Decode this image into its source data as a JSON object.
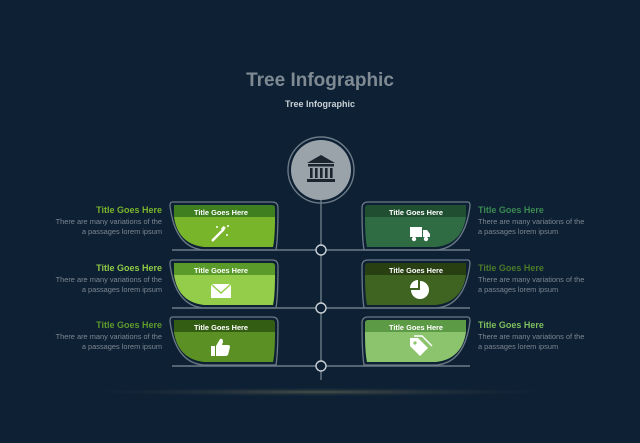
{
  "header": {
    "title": "Tree Infographic",
    "subtitle": "Tree Infographic"
  },
  "colors": {
    "background": "#0d2034",
    "outline": "#6b7a86",
    "node": "#9aa3aa",
    "ground": "#2f3a3c"
  },
  "root_icon": "bank-icon",
  "branches": [
    {
      "side": "left",
      "leaf_label": "Title Goes Here",
      "side_title": "Title Goes Here",
      "desc_line1": "There are many variations of the",
      "desc_line2": "a passages lorem ipsum",
      "icon": "magic-wand-icon",
      "band_color": "#3f7f1f",
      "leaf_color": "#79b52a",
      "title_color": "#79b52a"
    },
    {
      "side": "right",
      "leaf_label": "Title Goes Here",
      "side_title": "Title Goes Here",
      "desc_line1": "There are many variations of the",
      "desc_line2": "a passages lorem ipsum",
      "icon": "truck-icon",
      "band_color": "#1f4f30",
      "leaf_color": "#2f6b43",
      "title_color": "#3a8a52"
    },
    {
      "side": "left",
      "leaf_label": "Title Goes Here",
      "side_title": "Title Goes Here",
      "desc_line1": "There are many variations of the",
      "desc_line2": "a passages lorem ipsum",
      "icon": "mail-icon",
      "band_color": "#5a9a2a",
      "leaf_color": "#93cd4a",
      "title_color": "#8fca46"
    },
    {
      "side": "right",
      "leaf_label": "Title Goes Here",
      "side_title": "Title Goes Here",
      "desc_line1": "There are many variations of the",
      "desc_line2": "a passages lorem ipsum",
      "icon": "pie-chart-icon",
      "band_color": "#283f12",
      "leaf_color": "#3f6320",
      "title_color": "#4d7a2a"
    },
    {
      "side": "left",
      "leaf_label": "Title Goes Here",
      "side_title": "Title Goes Here",
      "desc_line1": "There are many variations of the",
      "desc_line2": "a passages lorem ipsum",
      "icon": "thumbs-up-icon",
      "band_color": "#345d14",
      "leaf_color": "#5b9124",
      "title_color": "#5f9a2c"
    },
    {
      "side": "right",
      "leaf_label": "Title Goes Here",
      "side_title": "Title Goes Here",
      "desc_line1": "There are many variations of the",
      "desc_line2": "a passages lorem ipsum",
      "icon": "tags-icon",
      "band_color": "#5d9a46",
      "leaf_color": "#8cc46e",
      "title_color": "#7fbf5c"
    }
  ]
}
